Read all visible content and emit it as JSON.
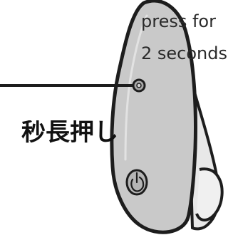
{
  "instruction": {
    "line1": "press for",
    "line2": "2 seconds"
  },
  "japanese_label": "秒長押し",
  "icons": {
    "device": "wireless-earbud-device-icon",
    "button": "press-button-icon",
    "power_symbol": "power-icon"
  },
  "colors": {
    "device_fill": "#c9c9c9",
    "outline": "#1d1d1d",
    "text": "#2a2a2a"
  }
}
